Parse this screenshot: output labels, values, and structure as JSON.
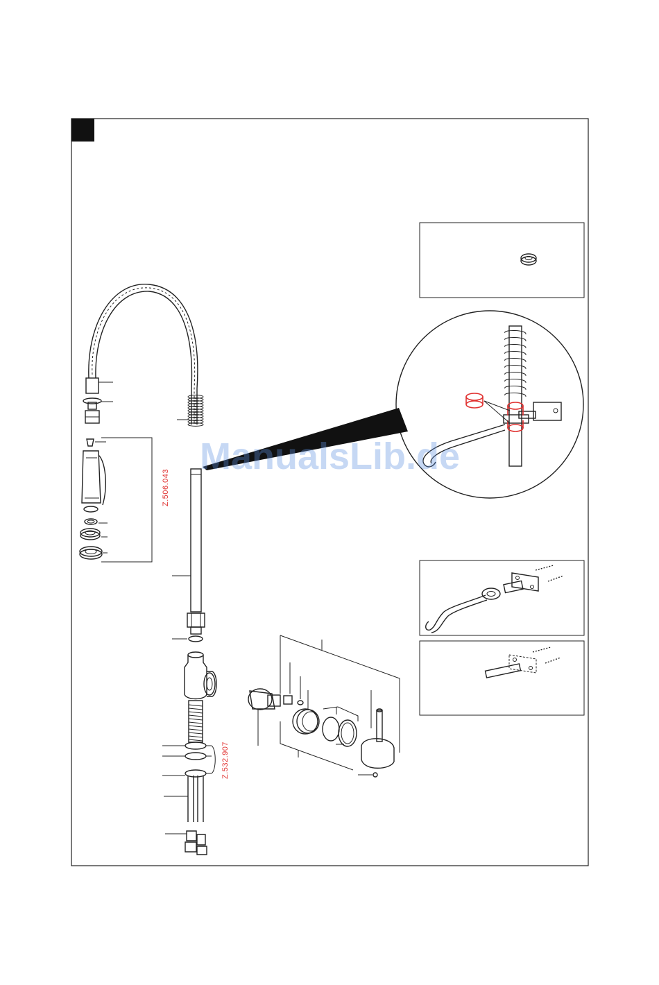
{
  "diagram": {
    "ref_codes": {
      "spray_head_set": "Z.506.043",
      "mounting_set": "Z.532.907"
    },
    "watermark": "ManualsLib.de",
    "colors": {
      "line": "#222222",
      "highlight": "#e0302f",
      "watermark": "#5b8fe0",
      "step_badge": "#111111"
    }
  }
}
